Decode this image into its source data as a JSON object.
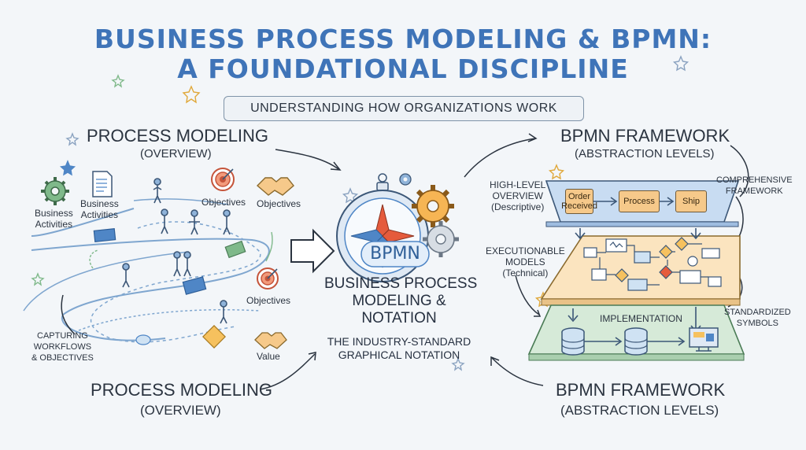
{
  "title": {
    "line1": "BUSINESS PROCESS MODELING & BPMN:",
    "line2": "A FOUNDATIONAL DISCIPLINE"
  },
  "banner": "UNDERSTANDING HOW ORGANIZATIONS WORK",
  "left": {
    "heading_top": "PROCESS MODELING",
    "sub_top": "(OVERVIEW)",
    "heading_bottom": "PROCESS MODELING",
    "sub_bottom": "(OVERVIEW)",
    "labels": {
      "business_activities_1": "Business\nActivities",
      "business_activities_2": "Business\nActivities",
      "objectives_1": "Objectives",
      "objectives_2": "Objectives",
      "objectives_3": "Objectives",
      "value": "Value",
      "capturing": "CAPTURING\nWORKFLOWS\n& OBJECTIVES"
    }
  },
  "center": {
    "badge": "BPMN",
    "name": "BUSINESS PROCESS\nMODELING &\nNOTATION",
    "tagline": "THE INDUSTRY-STANDARD\nGRAPHICAL NOTATION"
  },
  "right": {
    "heading_top": "BPMN FRAMEWORK",
    "sub_top": "(ABSTRACTION LEVELS)",
    "heading_bottom": "BPMN FRAMEWORK",
    "sub_bottom": "(ABSTRACTION LEVELS)",
    "high_level": "HIGH-LEVEL\nOVERVIEW\n(Descriptive)",
    "executionable": "EXECUTIONABLE\nMODELS\n(Technical)",
    "comprehensive": "COMPREHENSIVE\nFRAMEWORK",
    "standardized": "STANDARDIZED\nSYMBOLS",
    "implementation": "IMPLEMENTATION",
    "steps": [
      "Order\nReceived",
      "Process",
      "Ship"
    ]
  },
  "colors": {
    "title": "#3f74b8",
    "accent_orange": "#f0a94a",
    "accent_blue": "#4f86c6",
    "accent_green": "#7fb98a"
  }
}
